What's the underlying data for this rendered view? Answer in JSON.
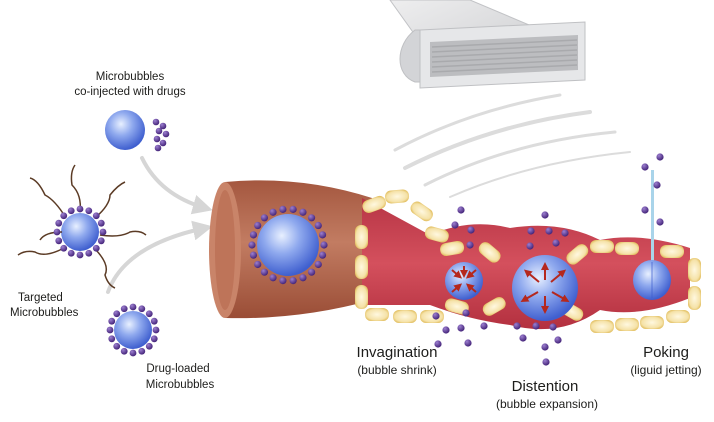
{
  "labels": {
    "coinjected_line1": "Microbubbles",
    "coinjected_line2": "co-injected with drugs",
    "targeted_line1": "Targeted",
    "targeted_line2": "Microbubbles",
    "drugloaded_line1": "Drug-loaded",
    "drugloaded_line2": "Microbubbles",
    "invagination_title": "Invagination",
    "invagination_sub": "(bubble shrink)",
    "distention_title": "Distention",
    "distention_sub": "(bubble expansion)",
    "poking_title": "Poking",
    "poking_sub": "(liguid jetting)"
  },
  "icons": [
    "ultrasound-transducer-icon",
    "microbubble-icon",
    "drug-particle-icon",
    "blood-vessel-icon",
    "endothelial-cell-icon",
    "liquid-jet-icon"
  ],
  "colors": {
    "vessel_outer": "#b5644a",
    "vessel_inner": "#c9404f",
    "bubble_core": "#4f6fd8",
    "drug_dot": "#56358c",
    "cell_fill": "#f7e7b8",
    "cell_edge": "#e0b94e",
    "arrow_red": "#b5281d",
    "transducer": "#d9dadc",
    "motion_arrow": "#d6d6d6"
  }
}
